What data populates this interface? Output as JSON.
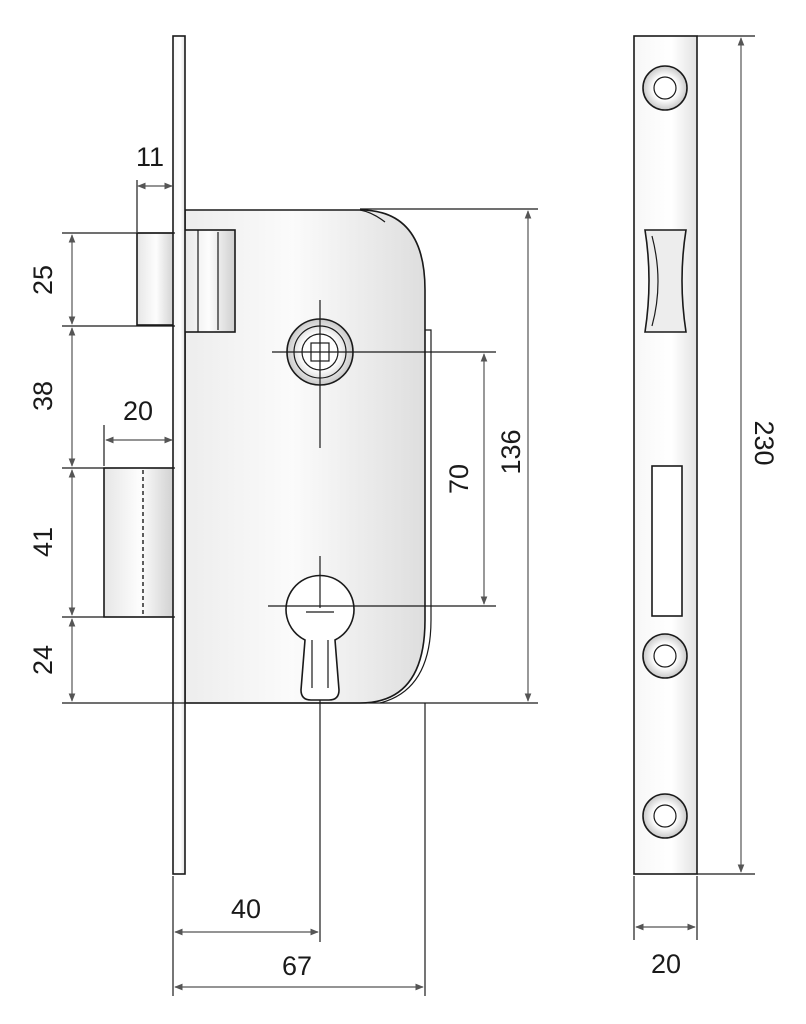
{
  "colors": {
    "line": "#1a1a1a",
    "dimension": "#555555",
    "metal_light": "#f4f4f4",
    "metal_shadow": "#d0d0d0"
  },
  "dimensions": {
    "bolt_projection": "11",
    "bolt_height": "25",
    "bolt_to_latch": "38",
    "latch_projection": "20",
    "latch_height": "41",
    "latch_to_bottom": "24",
    "case_height": "136",
    "handle_to_cylinder": "70",
    "backset": "40",
    "case_depth": "67",
    "faceplate_height": "230",
    "faceplate_width": "20"
  }
}
